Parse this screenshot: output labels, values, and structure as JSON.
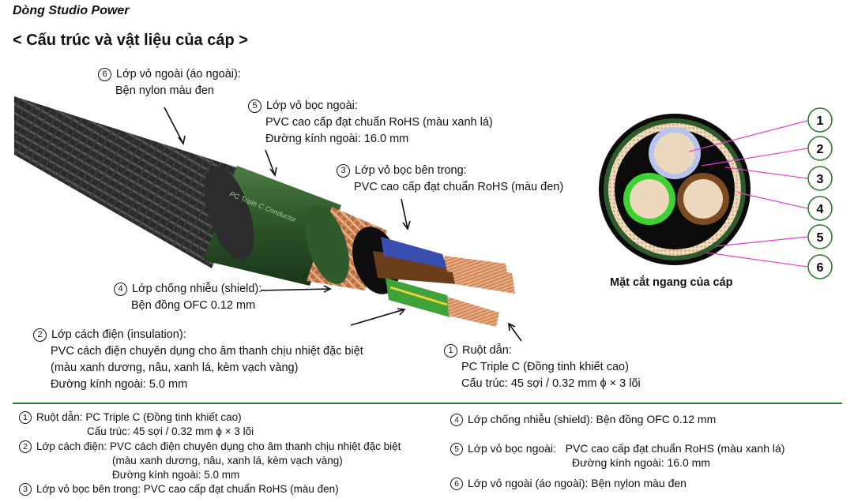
{
  "header": {
    "series_title": "Dòng Studio Power",
    "section_title": "< Cấu trúc và vật liệu của cáp >"
  },
  "cable_print": "PC Triple C Conductor",
  "callouts": {
    "c1": {
      "num": "1",
      "title": "Ruột dẫn:",
      "line2": "PC Triple C (Đồng tinh khiết cao)",
      "line3": "Cấu trúc: 45 sợi / 0.32 mm ϕ × 3 lõi"
    },
    "c2": {
      "num": "2",
      "title": "Lớp cách điện (insulation):",
      "line2": "PVC cách điện chuyên dụng cho âm thanh chịu nhiệt đặc biệt",
      "line3": "(màu xanh dương, nâu, xanh lá, kèm vạch vàng)",
      "line4": "Đường kính ngoài: 5.0 mm"
    },
    "c3": {
      "num": "3",
      "title": "Lớp vỏ bọc bên trong:",
      "line2": "PVC cao cấp đạt chuẩn RoHS (màu đen)"
    },
    "c4": {
      "num": "4",
      "title": "Lớp chống nhiễu (shield):",
      "line2": "Bện đồng OFC 0.12 mm"
    },
    "c5": {
      "num": "5",
      "title": "Lớp vỏ bọc ngoài:",
      "line2": "PVC cao cấp đạt chuẩn RoHS (màu xanh lá)",
      "line3": "Đường kính ngoài: 16.0 mm"
    },
    "c6": {
      "num": "6",
      "title": "Lớp vỏ ngoài (áo ngoài):",
      "line2": "Bện nylon màu đen"
    }
  },
  "cross_section": {
    "caption": "Mặt cắt ngang của cáp",
    "labels": [
      "1",
      "2",
      "3",
      "4",
      "5",
      "6"
    ]
  },
  "legend": {
    "l1": {
      "num": "1",
      "label": "Ruột dẫn:",
      "value": "PC Triple C (Đồng tinh khiết cao)",
      "value2": "Cấu trúc: 45 sợi / 0.32 mm ϕ × 3 lõi"
    },
    "l2": {
      "num": "2",
      "label": "Lớp cách điện:",
      "value": "PVC cách điện chuyên dụng cho âm thanh chịu nhiệt đặc biệt",
      "value2": "(màu xanh dương, nâu, xanh lá, kèm vạch vàng)",
      "value3": "Đường kính ngoài: 5.0 mm"
    },
    "l3": {
      "num": "3",
      "label": "Lớp vỏ bọc bên trong:",
      "value": "PVC cao cấp đạt chuẩn RoHS (màu đen)"
    },
    "l4": {
      "num": "4",
      "label": "Lớp chống nhiễu (shield):",
      "value": "Bện đồng OFC 0.12 mm"
    },
    "l5": {
      "num": "5",
      "label": "Lớp vỏ bọc ngoài:",
      "value": "PVC cao cấp đạt chuẩn RoHS (màu xanh lá)",
      "value2": "Đường kính ngoài: 16.0 mm"
    },
    "l6": {
      "num": "6",
      "label": "Lớp vỏ ngoài (áo ngoài):",
      "value": "Bện nylon màu đen"
    }
  },
  "colors": {
    "jacket": "#2a2a2a",
    "sheath": "#2f5a2c",
    "shield": "#c98a5e",
    "inner": "#111111",
    "blue": "#3b4fb0",
    "brown": "#6b3d1a",
    "green": "#3fa33a",
    "stripe": "#e6d23a",
    "copper": "#d9956a",
    "leader": "#e040c8"
  }
}
